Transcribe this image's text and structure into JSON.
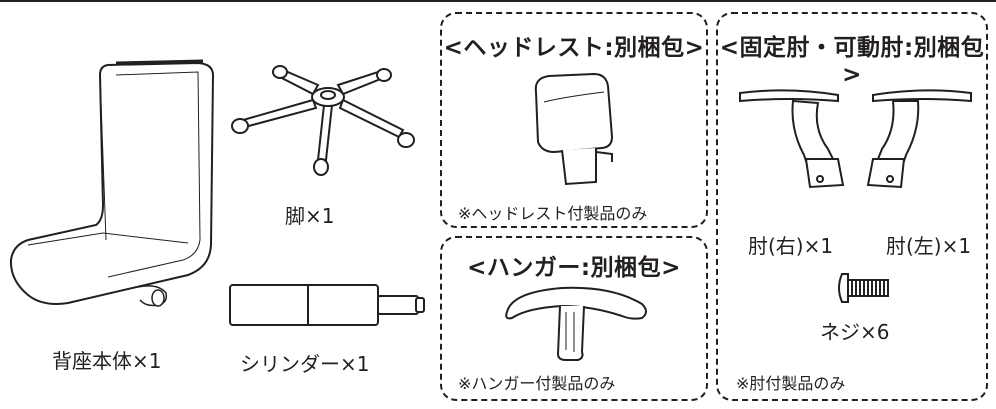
{
  "parts": {
    "seat_back": {
      "label": "背座本体×1",
      "icon": "chair-seat-back-icon"
    },
    "base": {
      "label": "脚×1",
      "icon": "five-star-base-icon"
    },
    "cylinder": {
      "label": "シリンダー×1",
      "icon": "gas-cylinder-icon"
    }
  },
  "headrest_box": {
    "title": "<ヘッドレスト:別梱包>",
    "note": "※ヘッドレスト付製品のみ",
    "icon": "headrest-icon"
  },
  "hanger_box": {
    "title": "<ハンガー:別梱包>",
    "note": "※ハンガー付製品のみ",
    "icon": "hanger-icon"
  },
  "armrest_box": {
    "title": "<固定肘・可動肘:別梱包>",
    "right_arm_label": "肘(右)×1",
    "left_arm_label": "肘(左)×1",
    "screw_label": "ネジ×6",
    "note": "※肘付製品のみ",
    "icons": [
      "armrest-right-icon",
      "armrest-left-icon",
      "screw-icon"
    ]
  },
  "colors": {
    "line": "#231f20",
    "background": "#ffffff"
  }
}
